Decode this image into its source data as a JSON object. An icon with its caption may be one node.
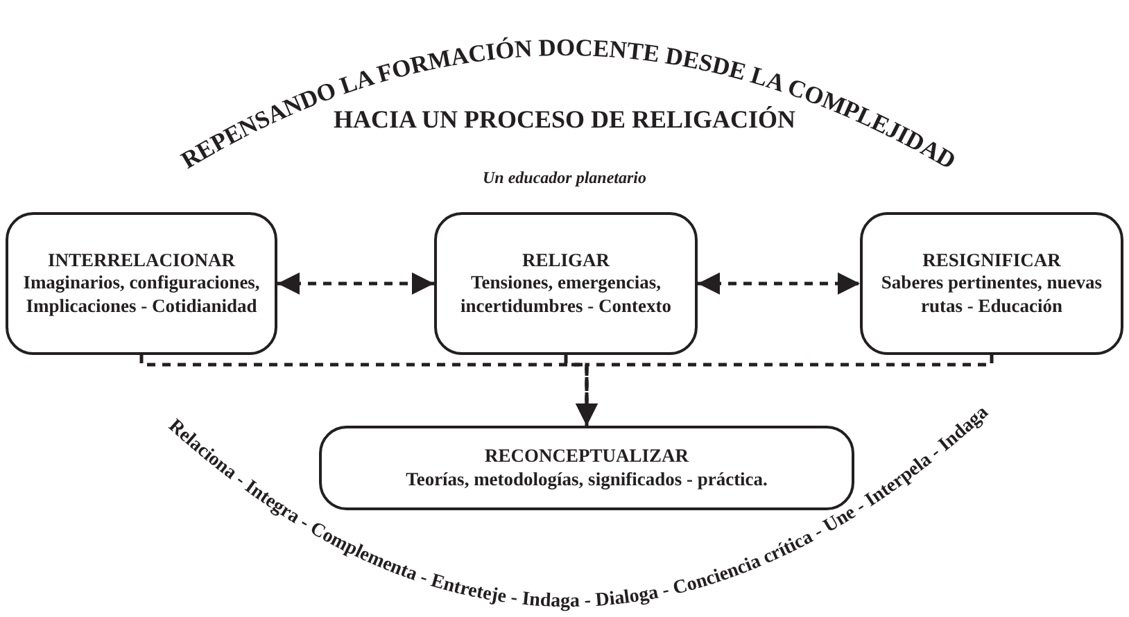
{
  "diagram": {
    "title": "HACIA UN PROCESO DE RELIGACIÓN",
    "nodes": [
      {
        "text": [
          "INTERRELACIONAR",
          "Imaginarios, configuraciones, Implicaciones - Cotidianidad"
        ]
      },
      {
        "text": [
          "RELIGAR",
          "Tensiones, emergencias, incertidumbres - Contexto"
        ]
      },
      {
        "text": [
          "RESIGNIFICAR",
          "Saberes pertinentes, nuevas rutas - Educación"
        ]
      },
      {
        "text": [
          "RECONCEPTUALIZAR",
          "Teorías, metodologías, significados - práctica."
        ]
      }
    ],
    "edges": [
      {
        "from": 0,
        "to": 1,
        "arrow": "both",
        "style": "dashed"
      },
      {
        "from": 1,
        "to": 2,
        "arrow": "both",
        "style": "dashed"
      },
      {
        "from": 0,
        "to": 3,
        "arrow": "to",
        "style": "dashed"
      },
      {
        "from": 1,
        "to": 3,
        "arrow": "to",
        "style": "dashed"
      },
      {
        "from": 2,
        "to": 3,
        "arrow": "to",
        "style": "dashed"
      }
    ],
    "labels": [
      "REPENSANDO LA FORMACIÓN DOCENTE DESDE LA COMPLEJIDAD",
      "Un educador planetario",
      "Relaciona - Integra - Complementa - Entreteje - Indaga - Dialoga - Conciencia crítica - Une - Interpela - Indaga"
    ]
  }
}
